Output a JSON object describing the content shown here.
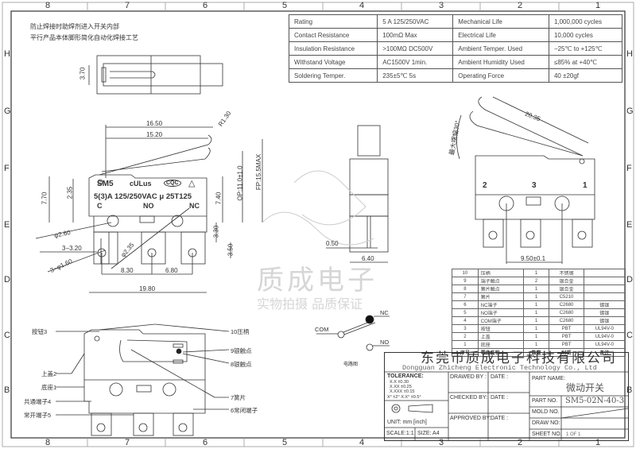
{
  "grid": {
    "cols": [
      "8",
      "7",
      "6",
      "5",
      "4",
      "3",
      "2",
      "1"
    ],
    "rows": [
      "H",
      "G",
      "F",
      "E",
      "D",
      "C",
      "B"
    ]
  },
  "notes": [
    "防止焊接时助焊剂进入开关内部",
    "平行产品本体脚形简化自动化焊接工艺"
  ],
  "spec_table": [
    [
      "Rating",
      "5 A  125/250VAC",
      "Mechanical Life",
      "1,000,000 cycles"
    ],
    [
      "Contact Resistance",
      "100mΩ Max",
      "Electrical Life",
      "10,000 cycles"
    ],
    [
      "Insulation Resistance",
      ">100MΩ DC500V",
      "Ambient Temper. Used",
      "−25℃ to +125℃"
    ],
    [
      "Withstand Voltage",
      "AC1500V  1min.",
      "Ambient Humidity Used",
      "≤85% at +40℃"
    ],
    [
      "Soldering Temper.",
      "235±5℃ 5s",
      "Operating Force",
      "40 ±20gf"
    ]
  ],
  "front_view": {
    "model": "SM5",
    "rating_marking": "5(3)A 125/250VAC μ 25T125",
    "cert_marks": [
      "cULus",
      "CQC"
    ],
    "pins": [
      "C",
      "NO",
      "NC"
    ],
    "dims": {
      "d1": "16.50",
      "d2": "15.20",
      "r": "R1.30",
      "h1": "7.70",
      "h2": "2.35",
      "h3": "7.40",
      "op": "OP:11.0±1.0",
      "fp": "FP:15.5MAX",
      "h4": "3.30",
      "h5": "3.50",
      "dia1": "φ2.60",
      "slot": "3−3.20",
      "dia2": "3−φ1.60",
      "dia3": "φ2.35",
      "p1": "8.30",
      "p2": "6.80",
      "w": "19.80",
      "top_h": "3.70"
    }
  },
  "side_view": {
    "d1": "0.50",
    "d2": "6.40"
  },
  "right_view": {
    "angle": "最大摆幅30°",
    "len": "20.35",
    "pins": [
      "2",
      "3",
      "1"
    ],
    "pitch": "9.50±0.1"
  },
  "watermark": {
    "title": "质成电子",
    "subtitle": "实物拍摄 品质保证"
  },
  "circuit": {
    "com": "COM",
    "nc": "NC",
    "no": "NO",
    "caption": "电路图"
  },
  "parts_labels": {
    "left": [
      "按钮3",
      "上盖2",
      "底座1",
      "共通端子4",
      "常开端子5"
    ],
    "right": [
      "10压柄",
      "9银触点",
      "8银触点",
      "7簧片",
      "6常闭端子"
    ]
  },
  "bom": {
    "rows": [
      [
        "10",
        "压柄",
        "1",
        "不锈钢",
        ""
      ],
      [
        "9",
        "端子触点",
        "2",
        "银合金",
        ""
      ],
      [
        "8",
        "簧片触点",
        "1",
        "银合金",
        ""
      ],
      [
        "7",
        "簧片",
        "1",
        "C5210",
        ""
      ],
      [
        "6",
        "NC端子",
        "1",
        "C2680",
        "镀银"
      ],
      [
        "5",
        "NO端子",
        "1",
        "C2680",
        "镀银"
      ],
      [
        "4",
        "COM端子",
        "1",
        "C2680",
        "镀银"
      ],
      [
        "3",
        "按钮",
        "1",
        "PBT",
        "UL94V-0"
      ],
      [
        "2",
        "上盖",
        "1",
        "PBT",
        "UL94V-0"
      ],
      [
        "1",
        "底座",
        "1",
        "PBT",
        "UL94V-0"
      ]
    ],
    "header": [
      "序号",
      "零件名称",
      "数量",
      "材质",
      "备注"
    ]
  },
  "title_block": {
    "company_cn": "东莞市质成电子科技有限公司",
    "company_en": "Dongguan Zhicheng Electronic Technology Co., Ltd",
    "tolerance": "TOLERANCE:",
    "tol_lines": [
      "X.X    ±0.30",
      "X.XX   ±0.25",
      "X.XXX  ±0.15"
    ],
    "tol_angle": "X°  ±2°     X.X° ±0.5°",
    "unit": "UNIT:  mm  [inch]",
    "scale": "SCALE:1:1",
    "size": "SIZE: A4",
    "drawed_by": "DRAWED BY :",
    "checked_by": "CHECKED BY:",
    "approved_by": "APPROVED BY:",
    "date": "DATE :",
    "part_name_label": "PART NAME:",
    "part_name": "微动开关",
    "part_no_label": "PART NO.",
    "part_no": "SM5-02N-40-3",
    "mold_no_label": "MOLD NO.",
    "draw_no_label": "DRAW NO:",
    "sheet_no_label": "SHEET NO.",
    "sheet_no": "1 OF 1"
  }
}
